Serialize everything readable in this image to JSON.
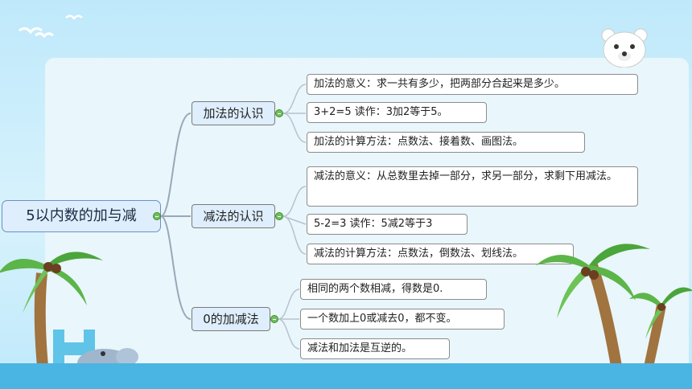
{
  "root": {
    "label": "5以内数的加与减"
  },
  "branches": [
    {
      "label": "加法的认识",
      "items": [
        "加法的意义：求一共有多少，把两部分合起来是多少。",
        "3+2=5 读作：3加2等于5。",
        "加法的计算方法：点数法、接着数、画图法。"
      ]
    },
    {
      "label": "减法的认识",
      "items": [
        "减法的意义：从总数里去掉一部分，求另一部分，求剩下用减法。",
        "5-2=3 读作：5减2等于3",
        "减法的计算方法：点数法，倒数法、划线法。"
      ]
    },
    {
      "label": "0的加减法",
      "items": [
        "相同的两个数相减，得数是0.",
        "一个数加上0或减去0，都不变。",
        "减法和加法是互逆的。"
      ]
    }
  ],
  "colors": {
    "connector": "#9aa7b8",
    "toggle": "#6fc05a",
    "sky": "#bfe9fb",
    "sea": "#4ab5e3"
  }
}
